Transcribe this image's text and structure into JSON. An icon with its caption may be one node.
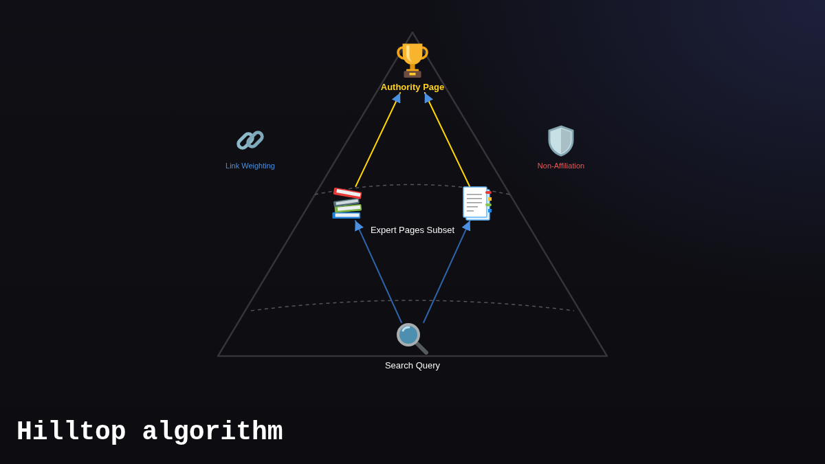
{
  "diagram": {
    "title": "Hilltop algorithm",
    "nodes": [
      {
        "text": [
          "Authority Page"
        ]
      },
      {
        "text": [],
        "shape": "picture"
      },
      {
        "text": [],
        "shape": "picture"
      },
      {
        "text": [
          "Search Query"
        ]
      }
    ],
    "edges": [
      {
        "from": 1,
        "to": 0,
        "arrow": "to",
        "color": "#ffd700"
      },
      {
        "from": 2,
        "to": 0,
        "arrow": "to",
        "color": "#ffd700"
      },
      {
        "from": 3,
        "to": 1,
        "arrow": "to",
        "color": "#2f63a8"
      },
      {
        "from": 3,
        "to": 2,
        "arrow": "to",
        "color": "#2f63a8"
      }
    ],
    "labels": [
      "Link Weighting",
      "Non-Affiliation",
      "Expert Pages Subset"
    ]
  }
}
